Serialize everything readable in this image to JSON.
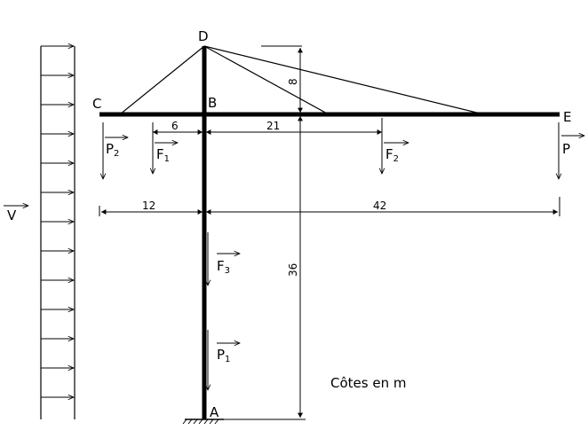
{
  "points": {
    "A": "A",
    "B": "B",
    "C": "C",
    "D": "D",
    "E": "E"
  },
  "forces": {
    "P2": {
      "main": "P",
      "sub": "2"
    },
    "F1": {
      "main": "F",
      "sub": "1"
    },
    "F2": {
      "main": "F",
      "sub": "2"
    },
    "P": {
      "main": "P",
      "sub": ""
    },
    "F3": {
      "main": "F",
      "sub": "3"
    },
    "P1": {
      "main": "P",
      "sub": "1"
    },
    "V": {
      "main": "V"
    }
  },
  "dimensions": {
    "d6": "6",
    "d21": "21",
    "d8": "8",
    "d12": "12",
    "d42": "42",
    "d36": "36"
  },
  "note": "Côtes en m"
}
